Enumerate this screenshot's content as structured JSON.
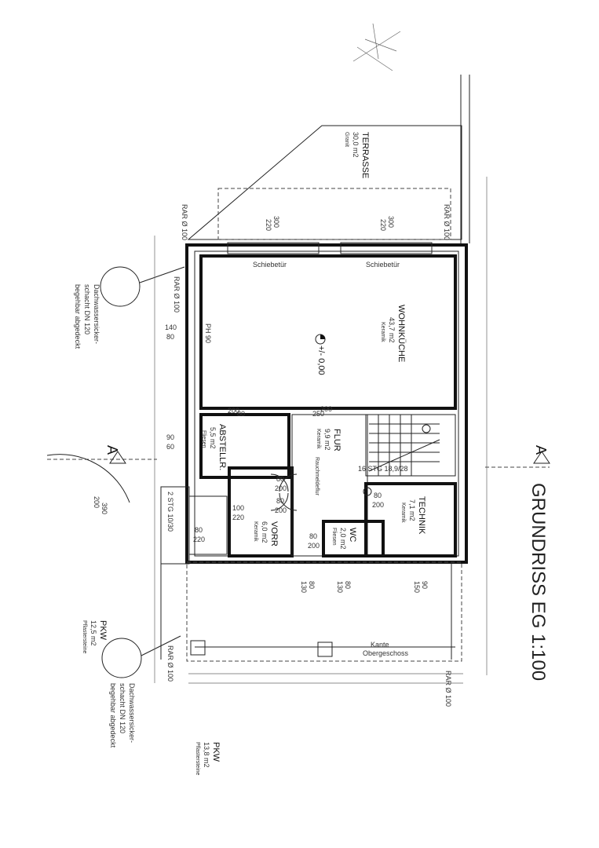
{
  "title": "GRUNDRISS EG 1:100",
  "section_marker": "A",
  "rooms": {
    "terrasse": {
      "name": "TERRASSE",
      "area": "30,0 m2",
      "material": "Granit"
    },
    "wohnkueche": {
      "name": "WOHNKÜCHE",
      "area": "43,7 m2",
      "material": "Keramik"
    },
    "abstellr": {
      "name": "ABSTELLR.",
      "area": "5,5 m2",
      "material": "Fliesen"
    },
    "flur": {
      "name": "FLUR",
      "area": "9,9 m2",
      "material": "Keramik",
      "extra": "Rauchmeldeflur"
    },
    "technik": {
      "name": "TECHNIK",
      "area": "7,1 m2",
      "material": "Keramik"
    },
    "vorr": {
      "name": "VORR",
      "area": "6,0 m2",
      "material": "Keramik"
    },
    "wc": {
      "name": "WC",
      "area": "2,0 m2",
      "material": "Fliesen"
    },
    "pkw1": {
      "name": "PKW",
      "area": "12,5 m2",
      "material": "Pflastersteine"
    },
    "pkw2": {
      "name": "PKW",
      "area": "13,8 m2",
      "material": "Pflastersteine"
    }
  },
  "labels": {
    "schiebetuer": "Schiebetür",
    "elevation": "+/- 0,00",
    "stairs_main": "16 STG 18,9/28",
    "stairs_entry": "2 STG 10/30",
    "kante": "Kante\nObergeschoss",
    "kante_1": "Kante",
    "kante_2": "Obergeschoss",
    "dachwasser_1": "Dachwassersicker-",
    "dachwasser_2": "schacht DN 120",
    "dachwasser_3": "begehbar abgedeckt",
    "rar": "RAR Ø 100",
    "ph": "PH 90"
  },
  "dims": {
    "d300": "300",
    "d220": "220",
    "d140": "140",
    "d80": "80",
    "d90": "90",
    "d60": "60",
    "d200": "200",
    "d250": "250",
    "d100": "100",
    "d130": "130",
    "d150": "150",
    "d390": "390"
  }
}
